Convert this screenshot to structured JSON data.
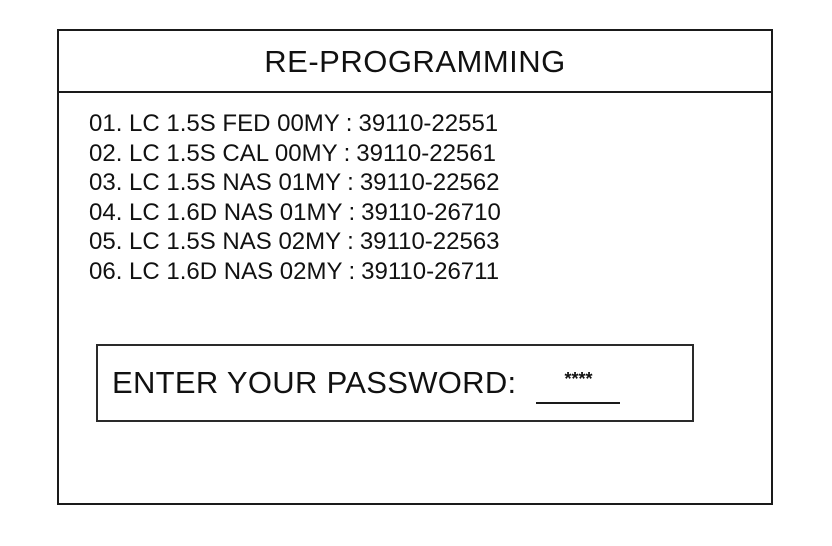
{
  "screen": {
    "title": "RE-PROGRAMMING",
    "programs": [
      {
        "index": "01.",
        "model": "LC 1.5S FED 00MY",
        "part_number": "39110-22551"
      },
      {
        "index": "02.",
        "model": "LC 1.5S CAL 00MY",
        "part_number": "39110-22561"
      },
      {
        "index": "03.",
        "model": "LC 1.5S NAS 01MY",
        "part_number": "39110-22562"
      },
      {
        "index": "04.",
        "model": "LC 1.6D NAS 01MY",
        "part_number": "39110-26710"
      },
      {
        "index": "05.",
        "model": "LC 1.5S NAS 02MY",
        "part_number": "39110-22563"
      },
      {
        "index": "06.",
        "model": "LC 1.6D NAS 02MY",
        "part_number": "39110-26711"
      }
    ],
    "password": {
      "label": "ENTER YOUR PASSWORD:",
      "value": "****"
    }
  }
}
